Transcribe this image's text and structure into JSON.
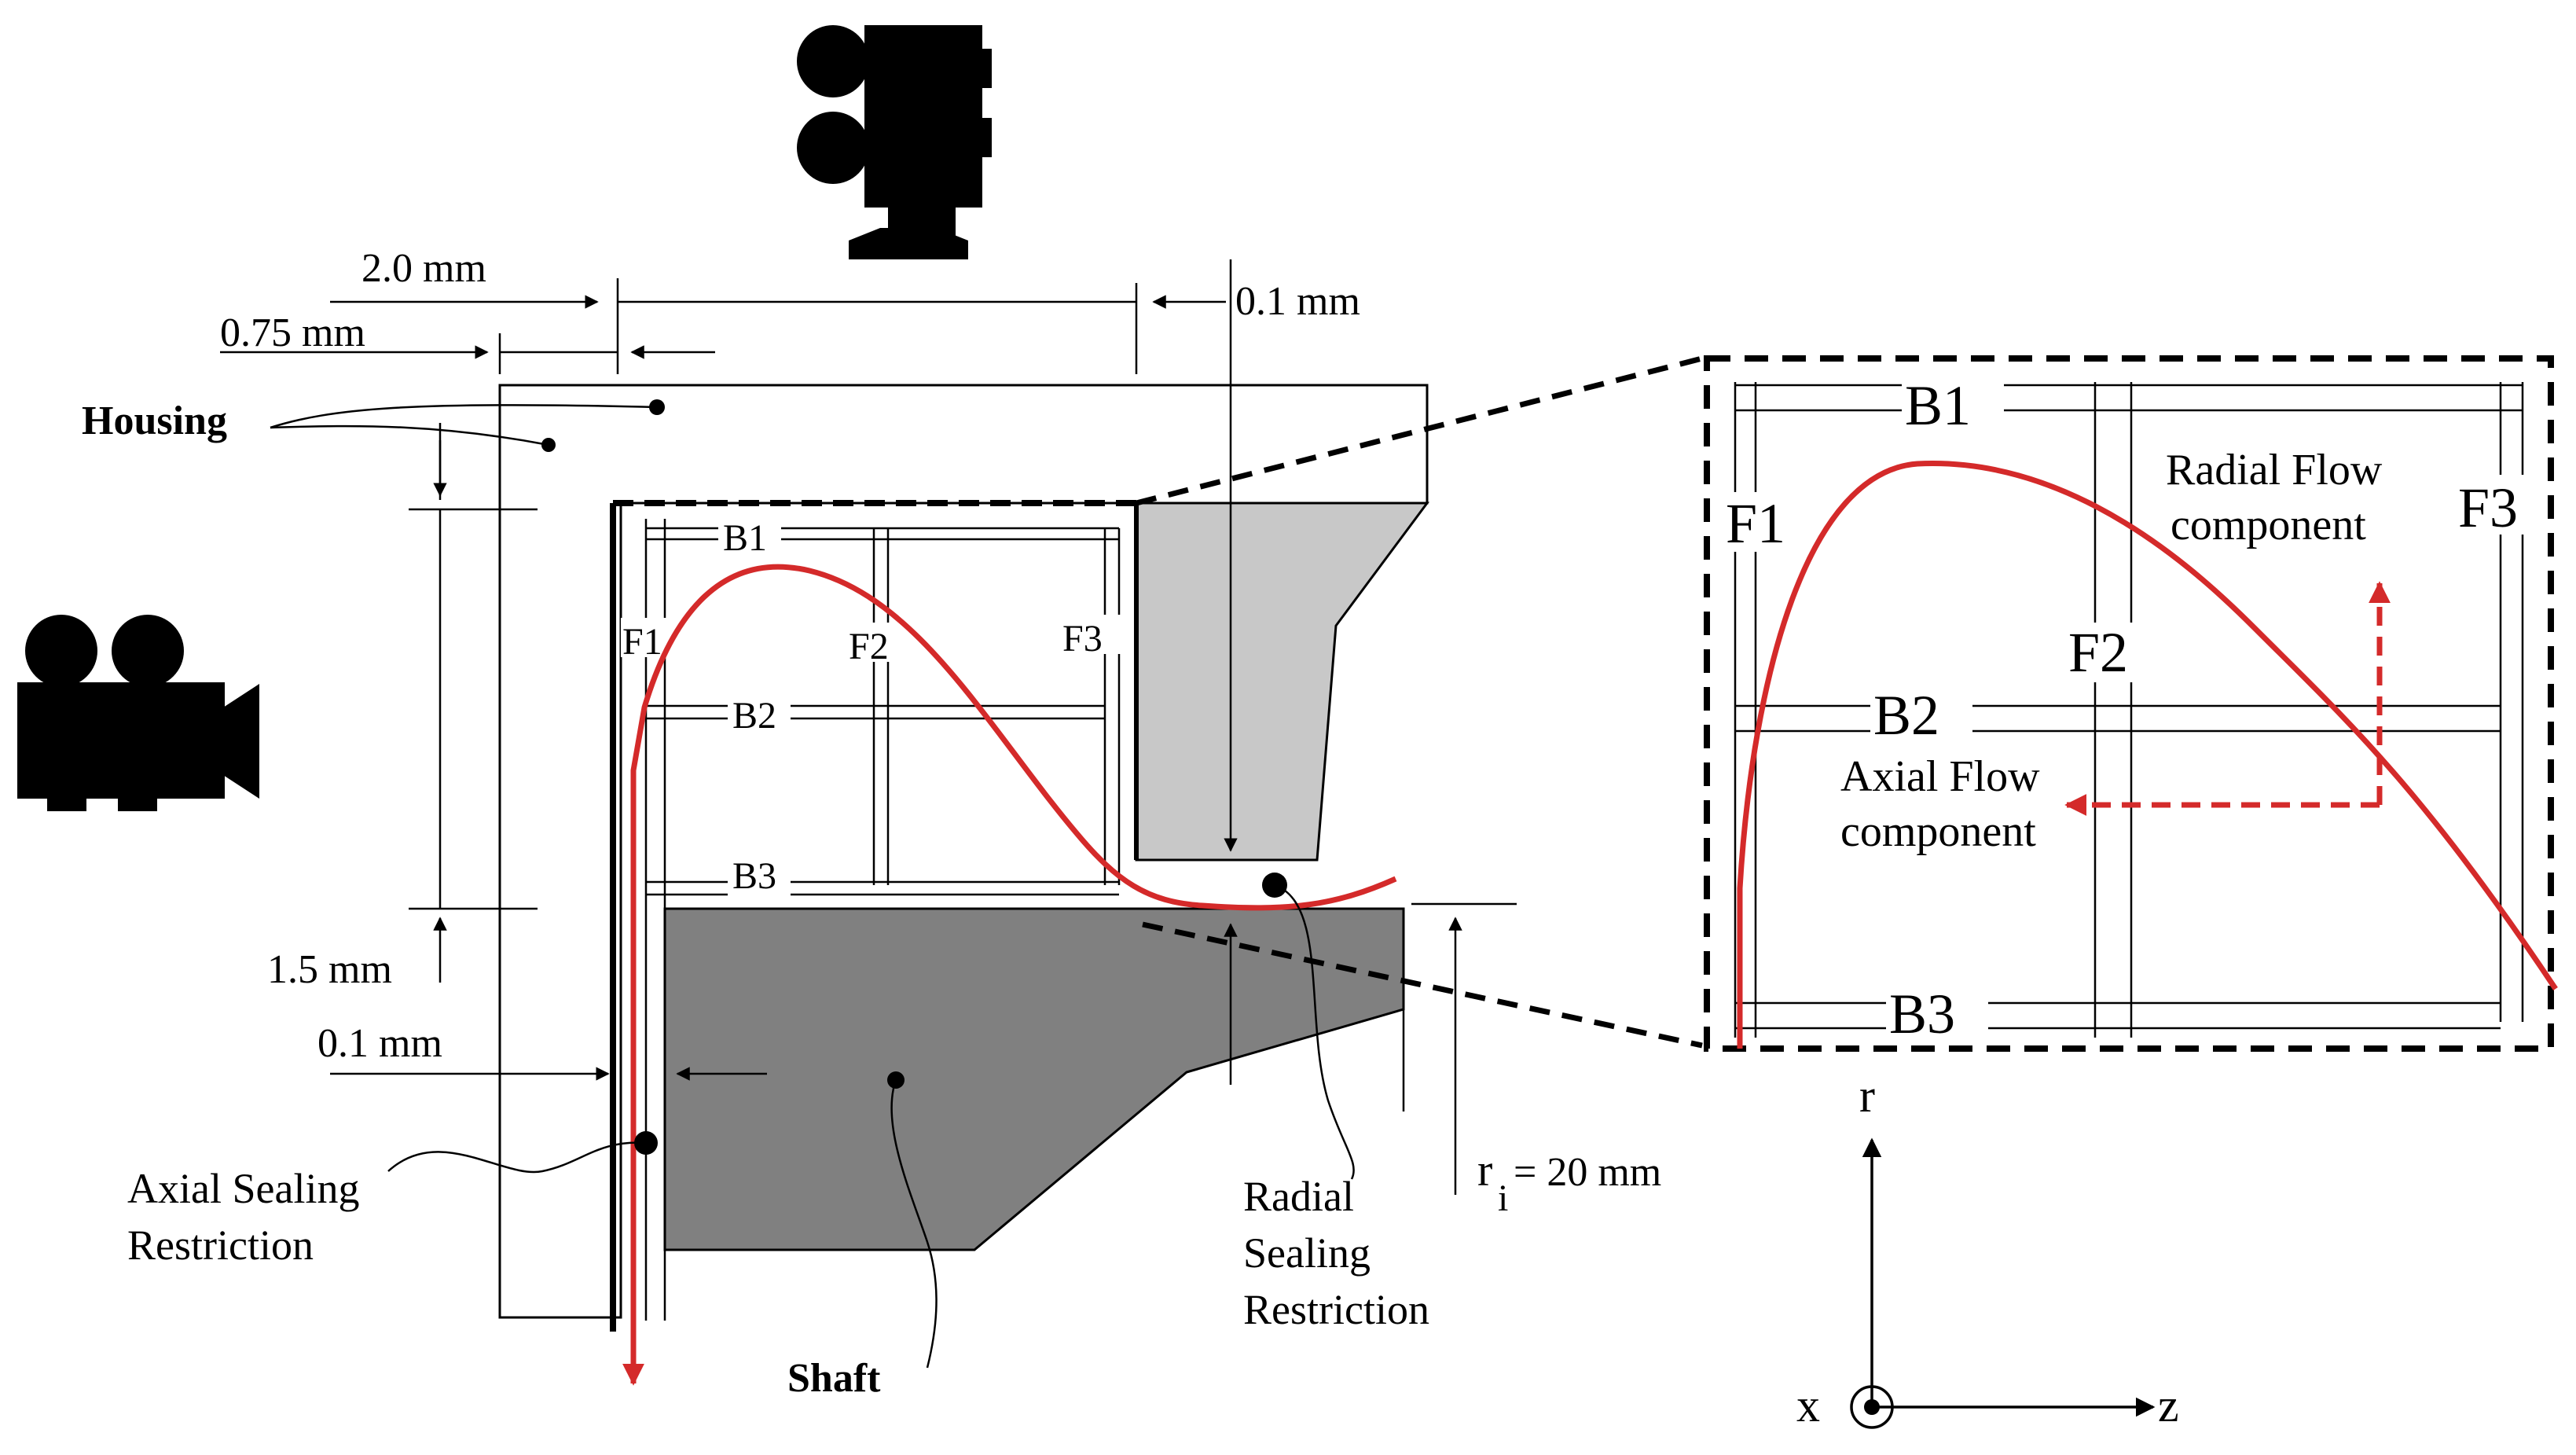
{
  "dimensions": {
    "d_2_0": "2.0 mm",
    "d_0_75": "0.75 mm",
    "d_0_1_top": "0.1 mm",
    "d_1_5": "1.5 mm",
    "d_0_1_left": "0.1 mm",
    "ri_main": "r",
    "ri_sub": "i",
    "ri_value": "= 20 mm"
  },
  "parts": {
    "housing": "Housing",
    "shaft": "Shaft",
    "axial_restriction_line1": "Axial Sealing",
    "axial_restriction_line2": "Restriction",
    "radial_restriction_line1": "Radial",
    "radial_restriction_line2": "Sealing",
    "radial_restriction_line3": "Restriction"
  },
  "planes_main": {
    "b1": "B1",
    "b2": "B2",
    "b3": "B3",
    "f1": "F1",
    "f2": "F2",
    "f3": "F3"
  },
  "planes_zoom": {
    "b1": "B1",
    "b2": "B2",
    "b3": "B3",
    "f1": "F1",
    "f2": "F2",
    "f3": "F3",
    "radial_line1": "Radial Flow",
    "radial_line2": "component",
    "axial_line1": "Axial Flow",
    "axial_line2": "component"
  },
  "axes": {
    "r": "r",
    "z": "z",
    "x": "x"
  },
  "icons": [
    "camera-top-icon",
    "camera-side-icon"
  ],
  "colors": {
    "flow": "#d42a2a",
    "housing_insert": "#c8c8c8",
    "shaft": "#808080"
  }
}
